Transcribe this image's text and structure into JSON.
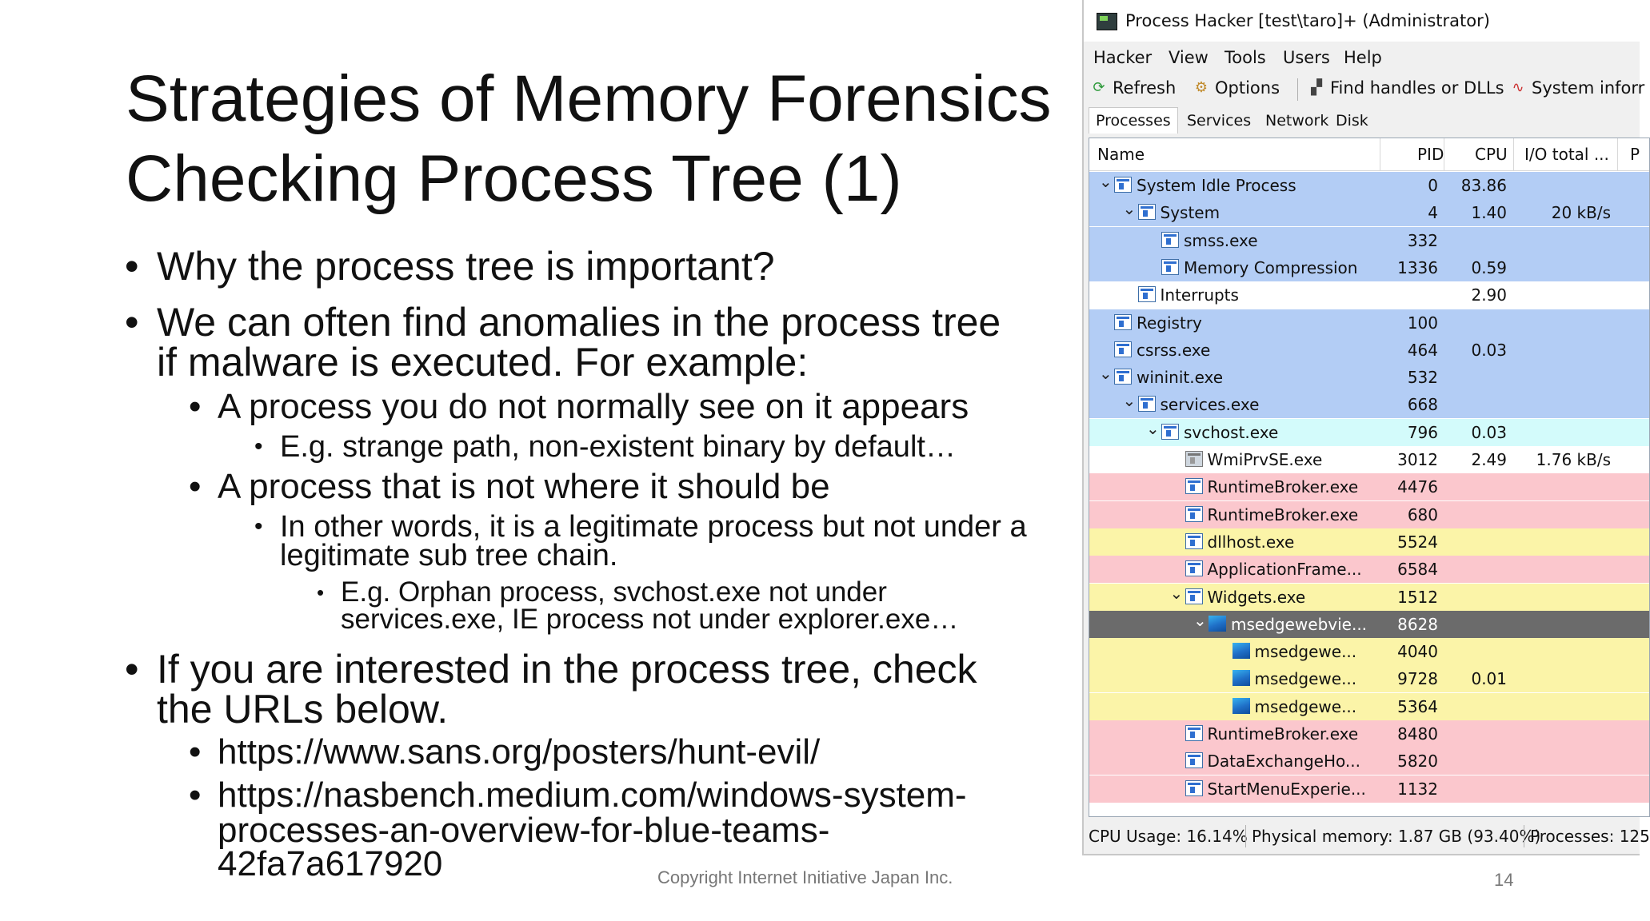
{
  "slide": {
    "title_line1": "Strategies of Memory Forensics",
    "title_line2": "Checking Process Tree (1)",
    "bullets": [
      "Why the process tree is important?",
      "We can often find anomalies in the process tree",
      "if malware is executed. For example:",
      "A process you do not normally see on it appears",
      "E.g. strange path, non-existent binary by default…",
      "A process that is not where it should be",
      "In other words, it is a legitimate process but not under a",
      "legitimate sub tree chain.",
      "E.g. Orphan process, svchost.exe not under",
      "services.exe, IE process not under explorer.exe…",
      "If you are interested in the process tree, check",
      "the URLs below.",
      "https://www.sans.org/posters/hunt-evil/",
      "https://nasbench.medium.com/windows-system-",
      "processes-an-overview-for-blue-teams-",
      "42fa7a617920"
    ],
    "bullet_glyph": "•",
    "footer": "Copyright Internet Initiative Japan Inc.",
    "page_number": "14"
  },
  "window": {
    "title": "Process Hacker [test\\taro]+ (Administrator)",
    "menu": [
      "Hacker",
      "View",
      "Tools",
      "Users",
      "Help"
    ],
    "toolbar": {
      "refresh": "Refresh",
      "options": "Options",
      "find": "Find handles or DLLs",
      "sysinfo": "System inforr"
    },
    "tabs": [
      "Processes",
      "Services",
      "Network",
      "Disk"
    ],
    "active_tab": "Processes",
    "columns": {
      "name": "Name",
      "pid": "PID",
      "cpu": "CPU",
      "io": "I/O total ...",
      "extra": "P"
    },
    "rows": [
      {
        "name": "System Idle Process",
        "pid": "0",
        "cpu": "83.86",
        "io": "",
        "indent": 0,
        "expand": true,
        "icon": "process",
        "color": "#b3cdf5"
      },
      {
        "name": "System",
        "pid": "4",
        "cpu": "1.40",
        "io": "20 kB/s",
        "indent": 1,
        "expand": true,
        "icon": "process",
        "color": "#b3cdf5"
      },
      {
        "name": "smss.exe",
        "pid": "332",
        "cpu": "",
        "io": "",
        "indent": 2,
        "expand": false,
        "icon": "process",
        "color": "#b3cdf5"
      },
      {
        "name": "Memory Compression",
        "pid": "1336",
        "cpu": "0.59",
        "io": "",
        "indent": 2,
        "expand": false,
        "icon": "process",
        "color": "#b3cdf5"
      },
      {
        "name": "Interrupts",
        "pid": "",
        "cpu": "2.90",
        "io": "",
        "indent": 1,
        "expand": false,
        "icon": "process",
        "color": "#ffffff"
      },
      {
        "name": "Registry",
        "pid": "100",
        "cpu": "",
        "io": "",
        "indent": 0,
        "expand": false,
        "icon": "process",
        "color": "#b3cdf5"
      },
      {
        "name": "csrss.exe",
        "pid": "464",
        "cpu": "0.03",
        "io": "",
        "indent": 0,
        "expand": false,
        "icon": "process",
        "color": "#b3cdf5"
      },
      {
        "name": "wininit.exe",
        "pid": "532",
        "cpu": "",
        "io": "",
        "indent": 0,
        "expand": true,
        "icon": "process",
        "color": "#b3cdf5"
      },
      {
        "name": "services.exe",
        "pid": "668",
        "cpu": "",
        "io": "",
        "indent": 1,
        "expand": true,
        "icon": "process",
        "color": "#b3cdf5"
      },
      {
        "name": "svchost.exe",
        "pid": "796",
        "cpu": "0.03",
        "io": "",
        "indent": 2,
        "expand": true,
        "icon": "process",
        "color": "#d3fbfb"
      },
      {
        "name": "WmiPrvSE.exe",
        "pid": "3012",
        "cpu": "2.49",
        "io": "1.76 kB/s",
        "indent": 3,
        "expand": false,
        "icon": "wmi",
        "color": "#ffffff"
      },
      {
        "name": "RuntimeBroker.exe",
        "pid": "4476",
        "cpu": "",
        "io": "",
        "indent": 3,
        "expand": false,
        "icon": "process",
        "color": "#fbc7cd"
      },
      {
        "name": "RuntimeBroker.exe",
        "pid": "680",
        "cpu": "",
        "io": "",
        "indent": 3,
        "expand": false,
        "icon": "process",
        "color": "#fbc7cd"
      },
      {
        "name": "dllhost.exe",
        "pid": "5524",
        "cpu": "",
        "io": "",
        "indent": 3,
        "expand": false,
        "icon": "process",
        "color": "#fbf4a8"
      },
      {
        "name": "ApplicationFrame...",
        "pid": "6584",
        "cpu": "",
        "io": "",
        "indent": 3,
        "expand": false,
        "icon": "process",
        "color": "#fbc7cd"
      },
      {
        "name": "Widgets.exe",
        "pid": "1512",
        "cpu": "",
        "io": "",
        "indent": 3,
        "expand": true,
        "icon": "process",
        "color": "#fbf4a8"
      },
      {
        "name": "msedgewebvie...",
        "pid": "8628",
        "cpu": "",
        "io": "",
        "indent": 4,
        "expand": true,
        "icon": "edge",
        "color": "#6b6b6b",
        "selected": true
      },
      {
        "name": "msedgewe...",
        "pid": "4040",
        "cpu": "",
        "io": "",
        "indent": 5,
        "expand": false,
        "icon": "edge",
        "color": "#fbf4a8"
      },
      {
        "name": "msedgewe...",
        "pid": "9728",
        "cpu": "0.01",
        "io": "",
        "indent": 5,
        "expand": false,
        "icon": "edge",
        "color": "#fbf4a8"
      },
      {
        "name": "msedgewe...",
        "pid": "5364",
        "cpu": "",
        "io": "",
        "indent": 5,
        "expand": false,
        "icon": "edge",
        "color": "#fbf4a8"
      },
      {
        "name": "RuntimeBroker.exe",
        "pid": "8480",
        "cpu": "",
        "io": "",
        "indent": 3,
        "expand": false,
        "icon": "process",
        "color": "#fbc7cd"
      },
      {
        "name": "DataExchangeHo...",
        "pid": "5820",
        "cpu": "",
        "io": "",
        "indent": 3,
        "expand": false,
        "icon": "process",
        "color": "#fbc7cd"
      },
      {
        "name": "StartMenuExperie...",
        "pid": "1132",
        "cpu": "",
        "io": "",
        "indent": 3,
        "expand": false,
        "icon": "process",
        "color": "#fbc7cd"
      }
    ],
    "status": {
      "cpu": "CPU Usage: 16.14%",
      "memory": "Physical memory: 1.87 GB (93.40%)",
      "processes": "Processes: 125"
    }
  }
}
